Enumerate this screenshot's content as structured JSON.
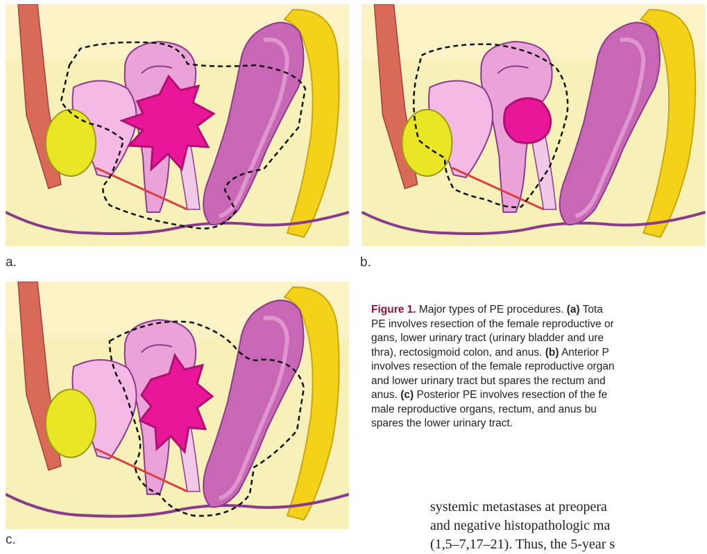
{
  "panels": [
    {
      "label": "a."
    },
    {
      "label": "b."
    },
    {
      "label": "c."
    }
  ],
  "caption": {
    "figure": "Figure 1.",
    "lines": [
      [
        {
          "t": "Major types of PE procedures. "
        },
        {
          "t": "(a)",
          "b": true
        },
        {
          "t": " Tota"
        }
      ],
      [
        {
          "t": "PE involves resection of the female reproductive or"
        }
      ],
      [
        {
          "t": "gans, lower urinary tract (urinary bladder and ure"
        }
      ],
      [
        {
          "t": "thra), rectosigmoid colon, and anus. "
        },
        {
          "t": "(b)",
          "b": true
        },
        {
          "t": " Anterior P"
        }
      ],
      [
        {
          "t": "involves resection of the female reproductive organ"
        }
      ],
      [
        {
          "t": "and lower urinary tract but spares the rectum and"
        }
      ],
      [
        {
          "t": "anus. "
        },
        {
          "t": "(c)",
          "b": true
        },
        {
          "t": " Posterior PE involves resection of the fe"
        }
      ],
      [
        {
          "t": "male reproductive organs, rectum, and anus bu"
        }
      ],
      [
        {
          "t": "spares the lower urinary tract."
        }
      ]
    ]
  },
  "body_text": {
    "lines": [
      "systemic metastases at preopera",
      "and negative histopathologic ma",
      "(1,5–7,17–21). Thus, the 5-year s"
    ]
  },
  "colors": {
    "background_yellow": "#f7f0b8",
    "tumor": "#e8179a",
    "sacrum": "#f5d21a",
    "bladder": "#e9e625",
    "organ_pink": "#c867b4",
    "outline": "#8a3b8a"
  }
}
